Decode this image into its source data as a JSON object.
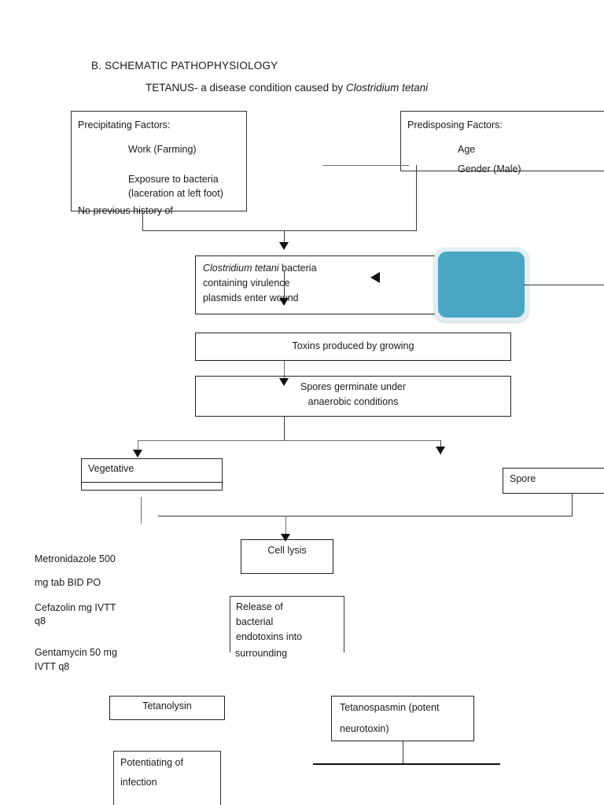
{
  "page": {
    "heading": "B. SCHEMATIC PATHOPHYSIOLOGY",
    "subheading_prefix": "TETANUS- a disease condition caused by ",
    "subheading_italic": "Clostridium tetani"
  },
  "colors": {
    "teal_fill": "#4aa6c2",
    "teal_halo": "#dfeff5",
    "line": "#3a3a3a",
    "text": "#1a1a1a"
  },
  "boxes": {
    "precipitating": {
      "title": "Precipitating Factors:",
      "line1": "Work (Farming)",
      "line2": "Exposure to bacteria",
      "line3": "(laceration at left foot)",
      "line4": "No previous history of"
    },
    "predisposing": {
      "title": "Predisposing Factors:",
      "line1": "Age",
      "line2": "Gender (Male)"
    },
    "clostridium": {
      "italic": "Clostridium tetani",
      "rest": " bacteria",
      "line2": "containing virulence",
      "line3": "plasmids enter wound"
    },
    "toxins": {
      "text": "Toxins produced by growing"
    },
    "spores_germinate": {
      "line1": "Spores germinate under",
      "line2": "anaerobic conditions"
    },
    "vegetative": {
      "text": "Vegetative"
    },
    "spore": {
      "text": "Spore"
    },
    "cell_lysis": {
      "text": "Cell lysis"
    },
    "release": {
      "line1": "Release of",
      "line2": "bacterial",
      "line3": "endotoxins into",
      "line4": "surrounding"
    },
    "tetanolysin": {
      "text": "Tetanolysin"
    },
    "tetanospasmin": {
      "line1": "Tetanospasmin (potent",
      "line2": "neurotoxin)"
    },
    "potentiating": {
      "line1": "Potentiating of",
      "line2": "infection"
    }
  },
  "medications": {
    "line1": "Metronidazole 500",
    "line2": "mg tab BID PO",
    "line3": "Cefazolin  mg IVTT",
    "line4": "q8",
    "line5": "Gentamycin 50 mg",
    "line6": "IVTT q8"
  }
}
